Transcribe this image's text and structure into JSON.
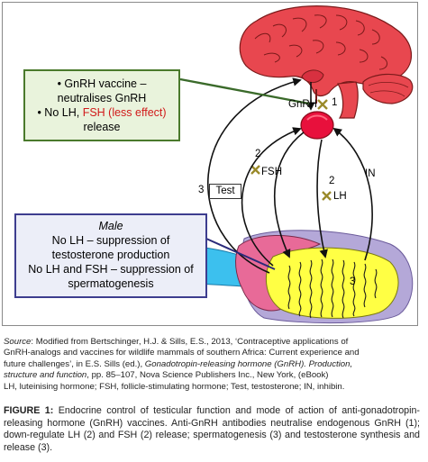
{
  "vaccine_box": {
    "line1": "• GnRH vaccine –",
    "line2": "neutralises GnRH",
    "line3_prefix": "• No LH, ",
    "line3_red": "FSH (less effect)",
    "line4": "release"
  },
  "male_box": {
    "title": "Male",
    "line1": "No LH – suppression of",
    "line2": "testosterone production",
    "line3": "No LH and FSH – suppression of",
    "line4": "spermatogenesis"
  },
  "labels": {
    "gnrh": "GnRH",
    "num1": "1",
    "fsh_num": "2",
    "fsh": "FSH",
    "lh_num": "2",
    "lh": "LH",
    "in": "IN",
    "test_num": "3",
    "test": "Test",
    "testis_num": "3"
  },
  "colors": {
    "brain": "#e8474f",
    "pituitary": "#e8103c",
    "testis_body": "#ffff44",
    "epididymis": "#e86a98",
    "vas": "#3cc0ee",
    "scrotum": "#b4a8d8",
    "x_mark": "#9a8a2a"
  },
  "source": {
    "label": "Source",
    "text1": ": Modified from Bertschinger, H.J. & Sills, E.S., 2013, ‘Contraceptive applications of",
    "text2": "GnRH-analogs and vaccines for wildlife mammals of southern Africa: Current experience and",
    "text3a": "future challenges’, in E.S. Sills (ed.), ",
    "text3b": "Gonadotropin-releasing hormone (GnRH). Production,",
    "text4a": "structure and function",
    "text4b": ", pp. 85–107, Nova Science Publishers Inc., New York, (eBook)",
    "abbrev": "LH, luteinising hormone; FSH, follicle-stimulating hormone; Test, testosterone; IN, inhibin."
  },
  "caption": {
    "label": "FIGURE 1:",
    "text": " Endocrine control of testicular function and mode of action of anti-gonadotropin-releasing hormone (GnRH) vaccines. Anti-GnRH antibodies neutralise endogenous GnRH (1); down-regulate LH (2) and FSH (2) release; spermatogenesis (3) and testosterone synthesis and release (3)."
  }
}
